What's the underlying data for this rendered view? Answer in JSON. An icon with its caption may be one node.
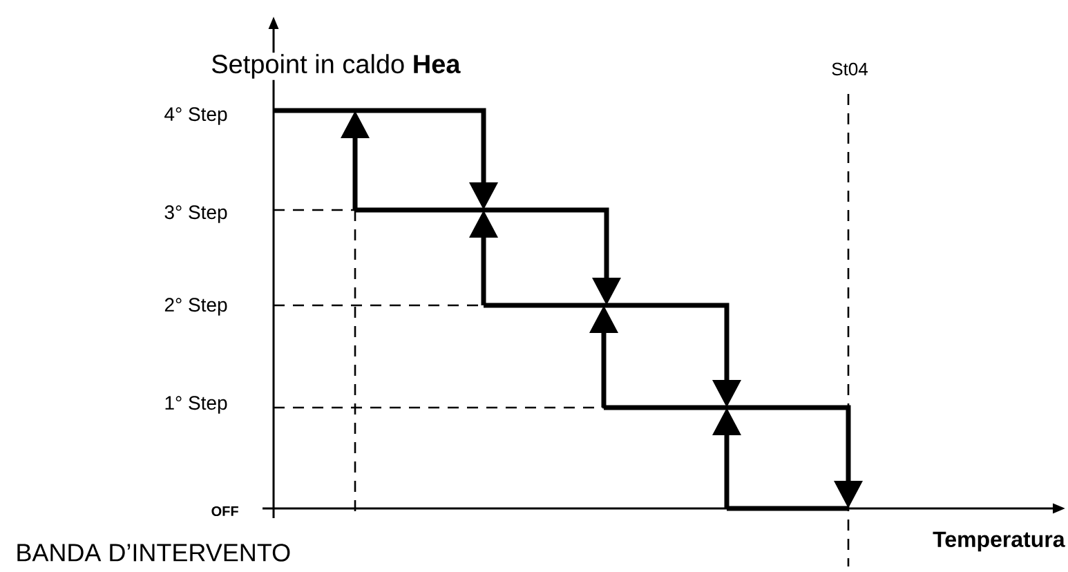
{
  "diagram": {
    "labels": [
      "Setpoint in caldo **Hea**",
      "St04",
      "4° Step",
      "3° Step",
      "2° Step",
      "1° Step",
      "OFF",
      "Temperatura",
      "BANDA D’INTERVENTO"
    ]
  }
}
